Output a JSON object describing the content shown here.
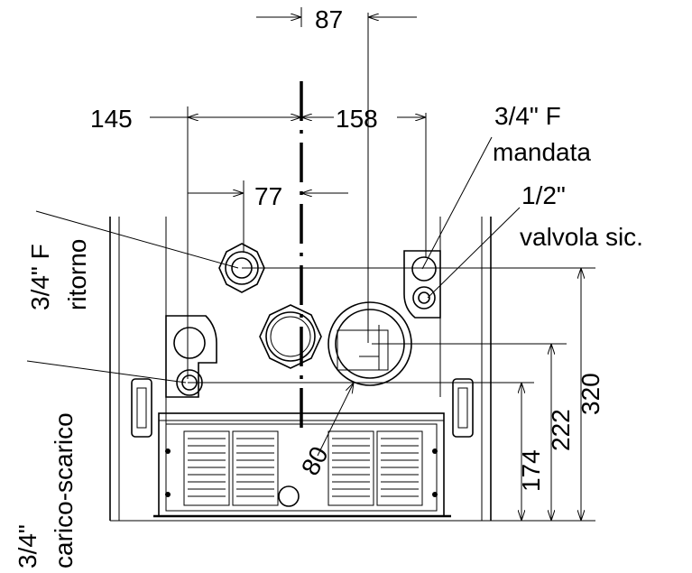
{
  "dimensions": {
    "top": "87",
    "left_145": "145",
    "right_158": "158",
    "inner_77": "77",
    "diameter_80": "80",
    "height_174": "174",
    "height_222": "222",
    "height_320": "320"
  },
  "callouts": {
    "mandata_size": "3/4\" F",
    "mandata_name": "mandata",
    "valvola_size": "1/2\"",
    "valvola_name": "valvola sic.",
    "ritorno_size": "3/4\" F",
    "ritorno_name": "ritorno",
    "carico_size": "3/4\"",
    "carico_name": "carico-scarico"
  }
}
